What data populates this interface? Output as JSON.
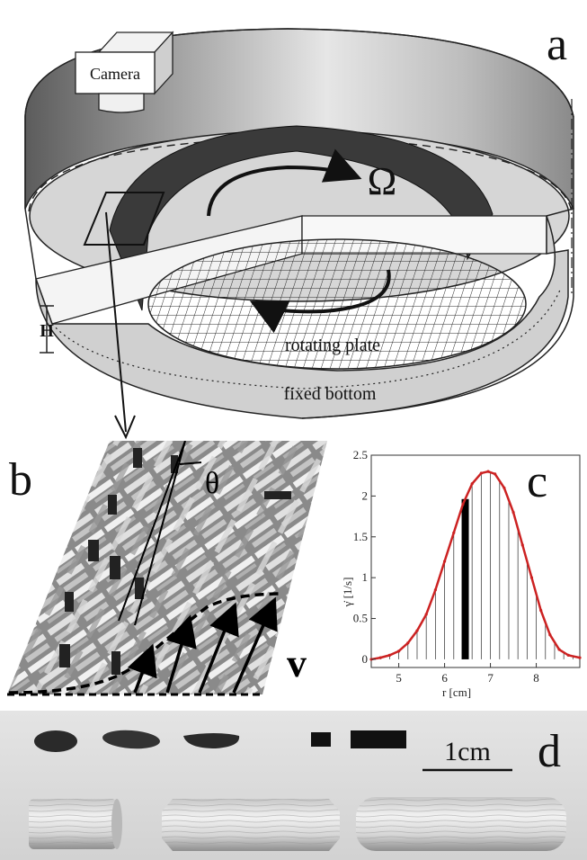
{
  "panel_a": {
    "letter": "a",
    "camera_label": "Camera",
    "omega_label": "Ω",
    "height_label": "H",
    "rotating_plate_label": "rotating plate",
    "fixed_bottom_label": "fixed bottom"
  },
  "panel_b": {
    "letter": "b",
    "angle_label": "θ",
    "velocity_label": "v"
  },
  "panel_c": {
    "letter": "c",
    "chart_data": {
      "type": "line",
      "xlabel": "r [cm]",
      "ylabel": "γ̇ [1/s]",
      "xlim": [
        4.4,
        8.95
      ],
      "ylim": [
        -0.1,
        2.5
      ],
      "xticks": [
        5,
        6,
        7,
        8
      ],
      "yticks": [
        0,
        0.5,
        1,
        1.5,
        2,
        2.5
      ],
      "xtick_labels": [
        "5",
        "6",
        "7",
        "8"
      ],
      "ytick_labels": [
        "0",
        "0.5",
        "1",
        "1.5",
        "2",
        "2.5"
      ],
      "series": [
        {
          "color": "#cc2222",
          "x": [
            4.4,
            4.6,
            4.8,
            5.0,
            5.2,
            5.4,
            5.6,
            5.8,
            6.0,
            6.2,
            6.4,
            6.6,
            6.8,
            6.95,
            7.1,
            7.3,
            7.5,
            7.7,
            7.9,
            8.1,
            8.3,
            8.5,
            8.7,
            8.95
          ],
          "y": [
            0.0,
            0.02,
            0.05,
            0.1,
            0.2,
            0.35,
            0.55,
            0.85,
            1.2,
            1.55,
            1.9,
            2.15,
            2.28,
            2.3,
            2.27,
            2.1,
            1.8,
            1.4,
            1.0,
            0.6,
            0.3,
            0.12,
            0.05,
            0.02
          ]
        }
      ],
      "highlight_x": 6.45,
      "grid": false
    }
  },
  "panel_d": {
    "letter": "d",
    "scale_label": "1cm"
  }
}
